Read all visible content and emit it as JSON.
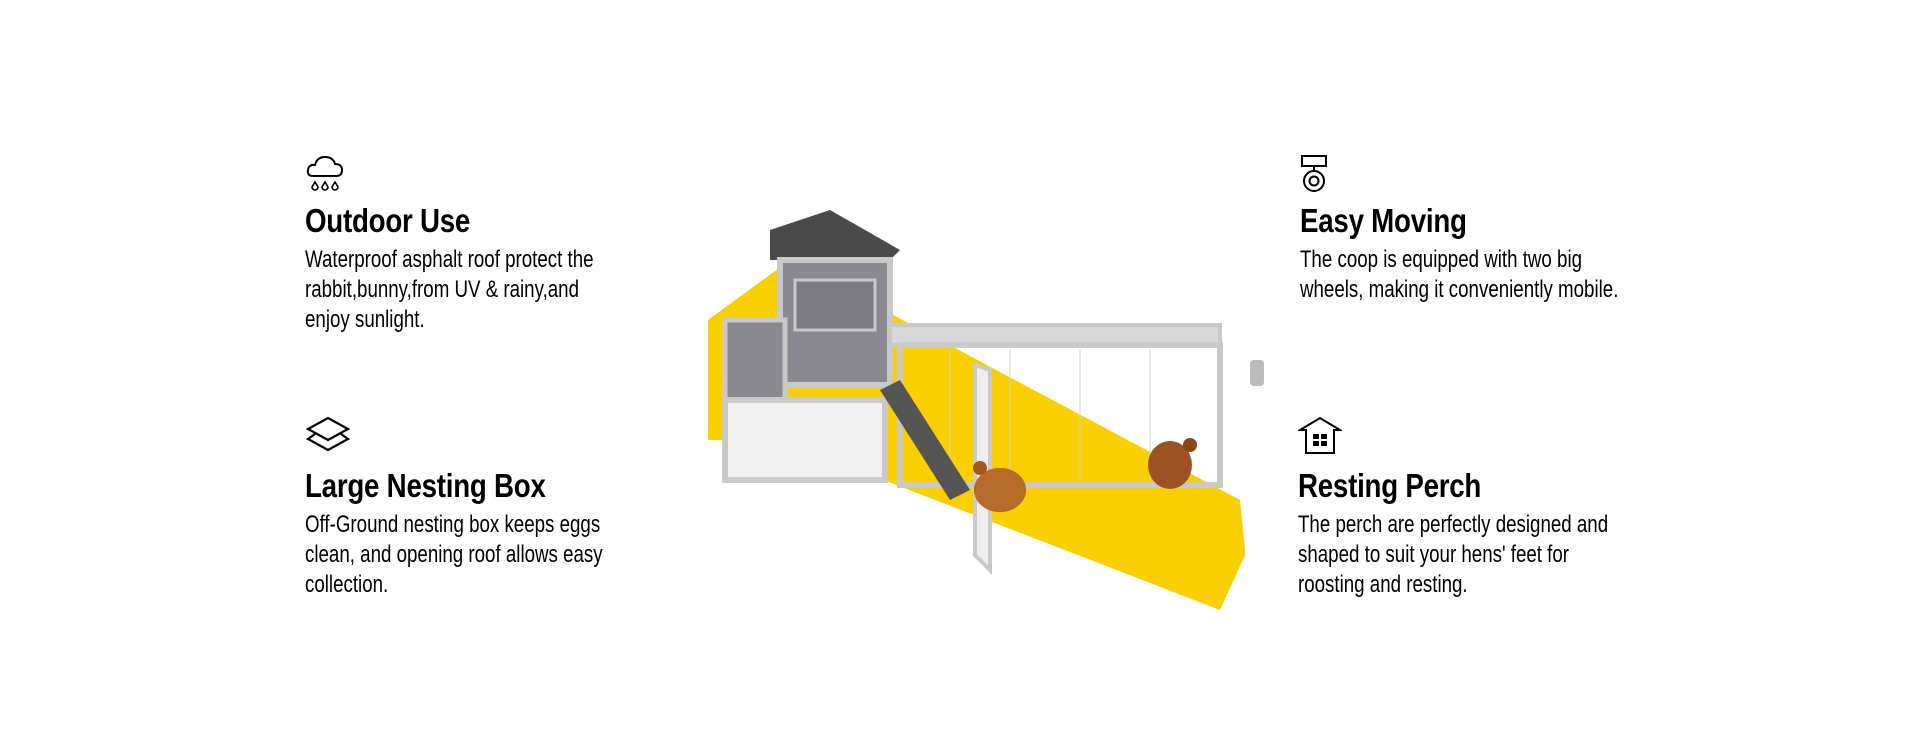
{
  "features": [
    {
      "icon": "rain-cloud-icon",
      "title": "Outdoor Use",
      "body": "Waterproof asphalt roof protect the\nrabbit,bunny,from UV & rainy,and\nenjoy sunlight."
    },
    {
      "icon": "layers-icon",
      "title": "Large Nesting Box",
      "body": "Off-Ground nesting box keeps eggs\nclean, and opening roof allows easy\ncollection."
    },
    {
      "icon": "wheel-icon",
      "title": "Easy Moving",
      "body": "The coop is equipped with two big\nwheels, making it conveniently mobile."
    },
    {
      "icon": "house-icon",
      "title": "Resting Perch",
      "body": "The perch are perfectly designed and\nshaped to suit your hens' feet  for\nroosting and resting."
    }
  ],
  "colors": {
    "accent": "#f9cf00",
    "coop": "#8a8890",
    "frame": "#c9c9c9",
    "roof": "#4a4a4a",
    "hen": "#b86a2a"
  }
}
